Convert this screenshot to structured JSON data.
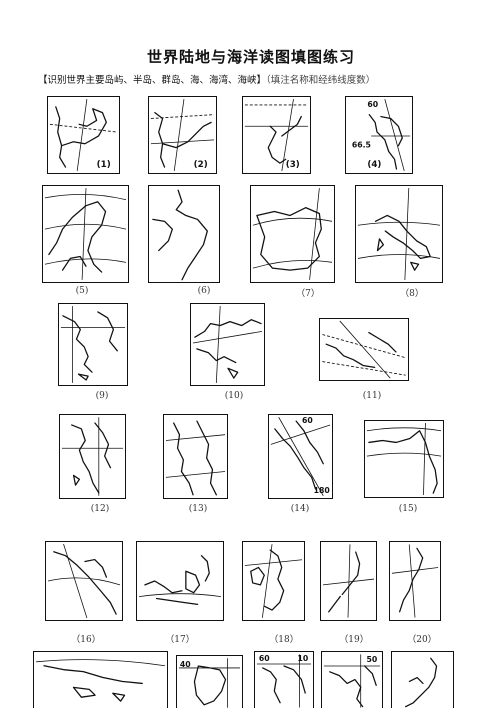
{
  "title": "世界陆地与海洋读图填图练习",
  "instruction": {
    "main": "【识别世界主要岛屿、半岛、群岛、海、海湾、海峡】",
    "hint": "（填注名称和经纬线度数）"
  },
  "maps": [
    {
      "id": "1",
      "label": "(1)"
    },
    {
      "id": "2",
      "label": "(2)"
    },
    {
      "id": "3",
      "label": "(3)"
    },
    {
      "id": "4",
      "label": "(4)",
      "lat_top": "60",
      "lat_bottom": "66.5"
    },
    {
      "id": "5",
      "label": "(5)"
    },
    {
      "id": "6",
      "label": "(6)"
    },
    {
      "id": "7",
      "label": "（7）"
    },
    {
      "id": "8",
      "label": "（8）"
    },
    {
      "id": "9",
      "label": "(9)"
    },
    {
      "id": "10",
      "label": "(10)"
    },
    {
      "id": "11",
      "label": "(11)"
    },
    {
      "id": "12",
      "label": "(12)"
    },
    {
      "id": "13",
      "label": "(13)"
    },
    {
      "id": "14",
      "label": "(14)",
      "deg_top": "60",
      "deg_bottom": "180"
    },
    {
      "id": "15",
      "label": "(15)"
    },
    {
      "id": "16",
      "label": "（16）"
    },
    {
      "id": "17",
      "label": "（17）"
    },
    {
      "id": "18",
      "label": "（18）"
    },
    {
      "id": "19",
      "label": "（19）"
    },
    {
      "id": "20",
      "label": "（20）"
    },
    {
      "id": "22",
      "deg": "40"
    },
    {
      "id": "23",
      "deg_a": "60",
      "deg_b": "10"
    },
    {
      "id": "24",
      "deg": "50"
    }
  ]
}
